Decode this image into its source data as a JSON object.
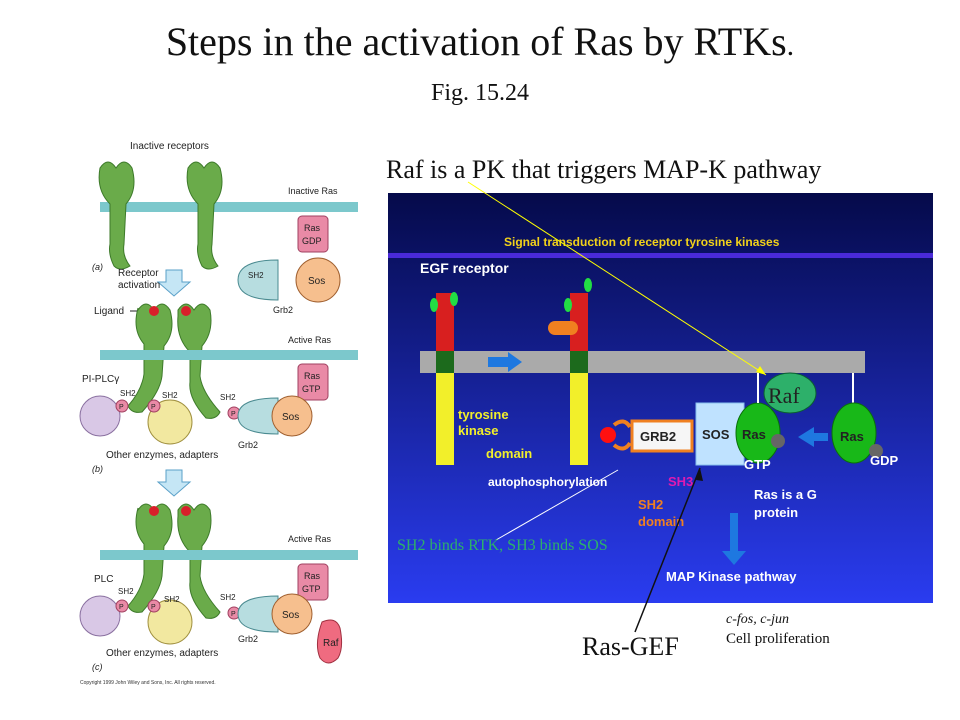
{
  "title": "Steps in the activation of Ras by RTKs",
  "title_period": ".",
  "subtitle": "Fig. 15.24",
  "raf_note": "Raf is a PK that triggers MAP-K pathway",
  "sh2_note": "SH2 binds RTK, SH3 binds SOS",
  "ras_gef": "Ras-GEF",
  "cfos": "c-fos, c-jun",
  "cell_prolif": "Cell proliferation",
  "left_panel": {
    "inactive_receptors": "Inactive receptors",
    "inactive_ras": "Inactive Ras",
    "ras": "Ras",
    "gdp": "GDP",
    "gtp": "GTP",
    "a": "(a)",
    "b": "(b)",
    "c": "(c)",
    "receptor_activation_1": "Receptor",
    "receptor_activation_2": "activation",
    "ligand": "Ligand",
    "sh2": "SH2",
    "sos": "Sos",
    "grb2": "Grb2",
    "active_ras": "Active Ras",
    "pi_plc": "PI-PLCγ",
    "plc": "PLC",
    "p": "P",
    "other_enzymes": "Other enzymes, adapters",
    "raf": "Raf",
    "copyright": "Copyright 1999 John Wiley and Sons, Inc. All rights reserved."
  },
  "right_panel": {
    "header": "Signal transduction of receptor tyrosine kinases",
    "egf_receptor": "EGF receptor",
    "tyrosine": "tyrosine",
    "kinase": "kinase",
    "domain": "domain",
    "grb2": "GRB2",
    "sos": "SOS",
    "ras": "Ras",
    "raf": "Raf",
    "gtp": "GTP",
    "gdp": "GDP",
    "autophos": "autophosphorylation",
    "sh3": "SH3",
    "sh2": "SH2",
    "sh2_domain": "domain",
    "ras_g_1": "Ras is a G",
    "ras_g_2": "protein",
    "map_kinase": "MAP Kinase pathway"
  },
  "colors": {
    "membrane": "#7cc8cc",
    "receptor_green": "#6aab4a",
    "ras_box": "#e98aa6",
    "panel_dark": "#050a4a",
    "panel_light": "#2a3cf0",
    "header_yellow": "#f2d21a"
  }
}
